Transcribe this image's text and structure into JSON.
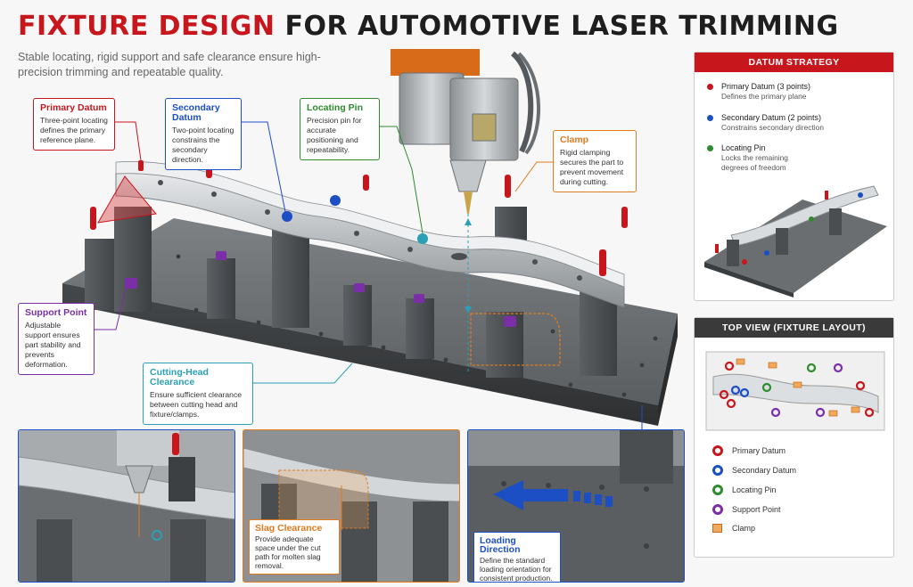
{
  "title": {
    "part1": "FIXTURE DESIGN",
    "part2": "FOR AUTOMOTIVE LASER TRIMMING"
  },
  "subtitle": "Stable locating, rigid support and safe clearance ensure high-precision trimming and repeatable quality.",
  "callouts": {
    "primary": {
      "title": "Primary Datum",
      "text": "Three-point locating defines the primary reference plane."
    },
    "secondary": {
      "title": "Secondary Datum",
      "text": "Two-point locating constrains the secondary direction."
    },
    "locating_pin": {
      "title": "Locating Pin",
      "text": "Precision pin for accurate positioning and repeatability."
    },
    "clamp": {
      "title": "Clamp",
      "text": "Rigid clamping secures the part to prevent movement during cutting."
    },
    "support": {
      "title": "Support Point",
      "text": "Adjustable support ensures part stability and prevents deformation."
    },
    "clearance": {
      "title": "Cutting-Head Clearance",
      "text": "Ensure sufficient clearance between cutting head and fixture/clamps."
    }
  },
  "datum_strategy": {
    "header": "DATUM STRATEGY",
    "items": [
      {
        "title": "Primary Datum (3 points)",
        "desc": "Defines the primary plane",
        "color": "#c8161d"
      },
      {
        "title": "Secondary Datum (2 points)",
        "desc": "Constrains secondary direction",
        "color": "#1c4fc4"
      },
      {
        "title": "Locating Pin",
        "desc": "Locks the remaining degrees of freedom",
        "color": "#2e8b2e"
      }
    ]
  },
  "top_view": {
    "header": "TOP VIEW (FIXTURE LAYOUT)",
    "legend": [
      {
        "label": "Primary Datum",
        "color": "#c8161d",
        "shape": "ring"
      },
      {
        "label": "Secondary Datum",
        "color": "#1c4fc4",
        "shape": "ring"
      },
      {
        "label": "Locating Pin",
        "color": "#2e8b2e",
        "shape": "ring"
      },
      {
        "label": "Support Point",
        "color": "#7a2fa8",
        "shape": "ring"
      },
      {
        "label": "Clamp",
        "color": "#f2a85a",
        "shape": "square"
      }
    ]
  },
  "insets": {
    "slag": {
      "title": "Slag Clearance",
      "text": "Provide adequate space under the cut path for molten slag removal."
    },
    "loading": {
      "title": "Loading Direction",
      "text": "Define the standard loading orientation for consistent production."
    }
  },
  "colors": {
    "red": "#c8161d",
    "blue": "#1c4fc4",
    "green": "#2e8b2e",
    "orange": "#e07b1f",
    "purple": "#7a2fa8",
    "teal": "#2a9fb5",
    "dark_header": "#3a3a3a"
  }
}
